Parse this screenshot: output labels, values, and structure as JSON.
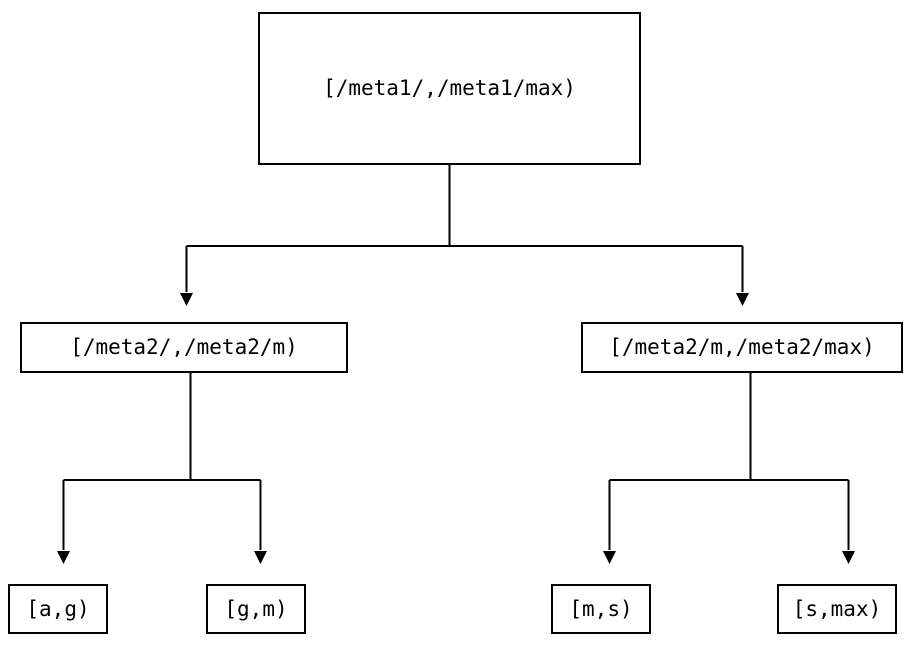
{
  "diagram": {
    "type": "tree",
    "orientation": "top-down",
    "background_color": "#ffffff",
    "line_color": "#000000",
    "box_border_color": "#000000",
    "text_color": "#000000",
    "edge_style": "orthogonal-with-arrowhead",
    "arrowhead": "solid-triangle-down",
    "nodes": {
      "root": {
        "label": "[/meta1/,/meta1/max)",
        "level": 0
      },
      "mid_left": {
        "label": "[/meta2/,/meta2/m)",
        "level": 1
      },
      "mid_right": {
        "label": "[/meta2/m,/meta2/max)",
        "level": 1
      },
      "leaf_ag": {
        "label": "[a,g)",
        "level": 2
      },
      "leaf_gm": {
        "label": "[g,m)",
        "level": 2
      },
      "leaf_ms": {
        "label": "[m,s)",
        "level": 2
      },
      "leaf_smax": {
        "label": "[s,max)",
        "level": 2
      }
    },
    "edges": [
      {
        "from": "root",
        "to": "mid_left"
      },
      {
        "from": "root",
        "to": "mid_right"
      },
      {
        "from": "mid_left",
        "to": "leaf_ag"
      },
      {
        "from": "mid_left",
        "to": "leaf_gm"
      },
      {
        "from": "mid_right",
        "to": "leaf_ms"
      },
      {
        "from": "mid_right",
        "to": "leaf_smax"
      }
    ]
  }
}
